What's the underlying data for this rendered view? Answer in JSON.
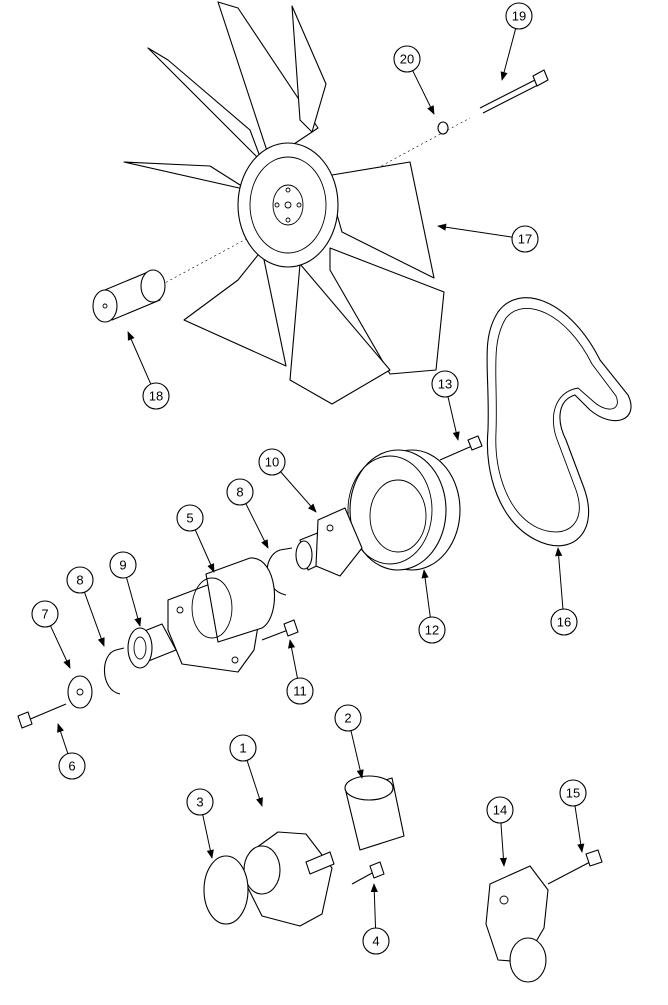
{
  "callouts": [
    {
      "label": "1"
    },
    {
      "label": "2"
    },
    {
      "label": "3"
    },
    {
      "label": "4"
    },
    {
      "label": "5"
    },
    {
      "label": "6"
    },
    {
      "label": "7"
    },
    {
      "label": "8"
    },
    {
      "label": "8"
    },
    {
      "label": "9"
    },
    {
      "label": "10"
    },
    {
      "label": "11"
    },
    {
      "label": "12"
    },
    {
      "label": "13"
    },
    {
      "label": "14"
    },
    {
      "label": "15"
    },
    {
      "label": "16"
    },
    {
      "label": "17"
    },
    {
      "label": "18"
    },
    {
      "label": "19"
    },
    {
      "label": "20"
    }
  ]
}
